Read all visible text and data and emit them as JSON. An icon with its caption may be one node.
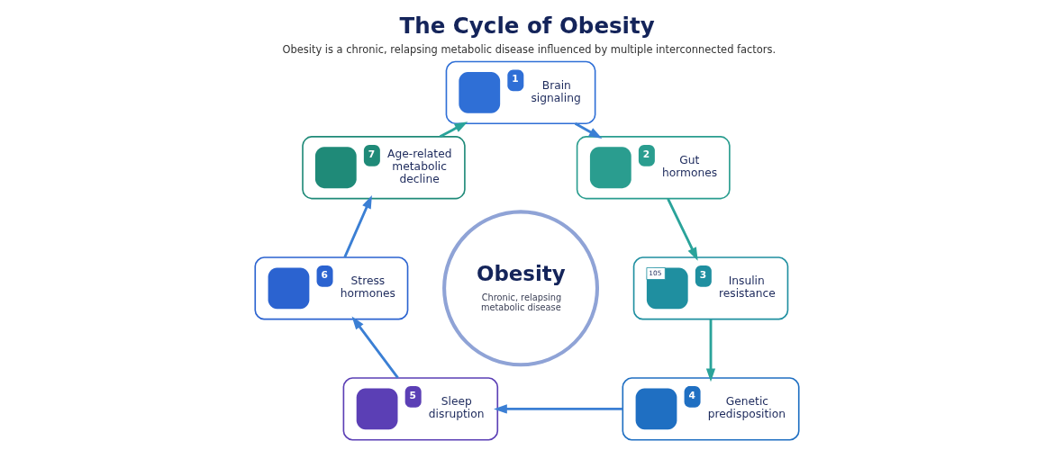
{
  "diagram": {
    "title": "The Cycle of Obesity",
    "caption": "Obesity is a chronic, relapsing metabolic disease influenced by multiple interconnected factors.",
    "nodes": [
      {
        "text": [
          "1",
          "Brain signaling"
        ]
      },
      {
        "text": [
          "2",
          "Gut hormones"
        ]
      },
      {
        "text": [
          "105",
          "3",
          "Insulin resistance"
        ]
      },
      {
        "text": [
          "4",
          "Genetic predisposition"
        ]
      },
      {
        "text": [
          "5",
          "Sleep disruption"
        ]
      },
      {
        "text": [
          "6",
          "Stress hormones"
        ]
      },
      {
        "text": [
          "7",
          "Age-related metabolic decline"
        ]
      },
      {
        "text": [
          "Obesity",
          "Chronic, relapsing metabolic disease"
        ]
      }
    ],
    "edges": [
      {
        "from": 0,
        "to": 1,
        "arrow": "to"
      },
      {
        "from": 1,
        "to": 2,
        "arrow": "to",
        "color": "#2aa39a"
      },
      {
        "from": 2,
        "to": 3,
        "arrow": "to",
        "color": "#2aa39a"
      },
      {
        "from": 3,
        "to": 4,
        "arrow": "to"
      },
      {
        "from": 4,
        "to": 5,
        "arrow": "to"
      },
      {
        "from": 5,
        "to": 6,
        "arrow": "to"
      },
      {
        "from": 6,
        "to": 0,
        "arrow": "to",
        "color": "#2aa39a"
      }
    ]
  }
}
